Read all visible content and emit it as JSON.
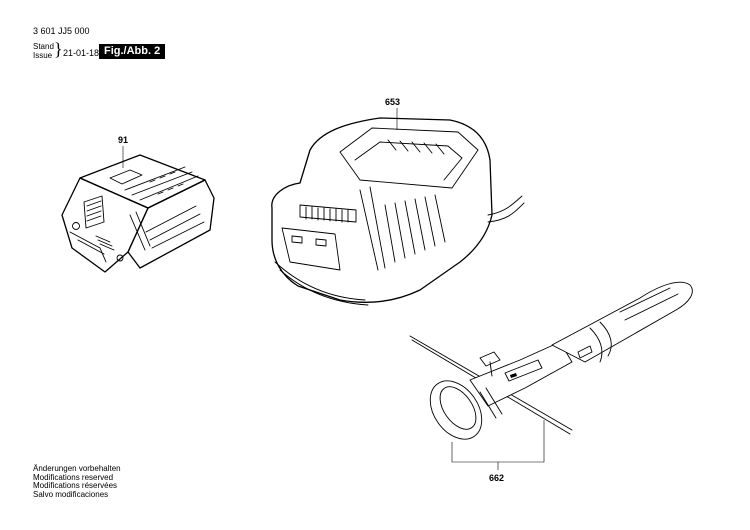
{
  "header": {
    "part_number": "3 601 JJ5 000",
    "stand_label": "Stand",
    "issue_label": "Issue",
    "brace": "}",
    "date": "21-01-18",
    "figure_label": "Fig./Abb. 2"
  },
  "callouts": {
    "battery": "91",
    "charger": "653",
    "handle": "662"
  },
  "disclaimer": [
    "Änderungen vorbehalten",
    "Modifications reserved",
    "Modifications réservées",
    "Salvo modificaciones"
  ]
}
